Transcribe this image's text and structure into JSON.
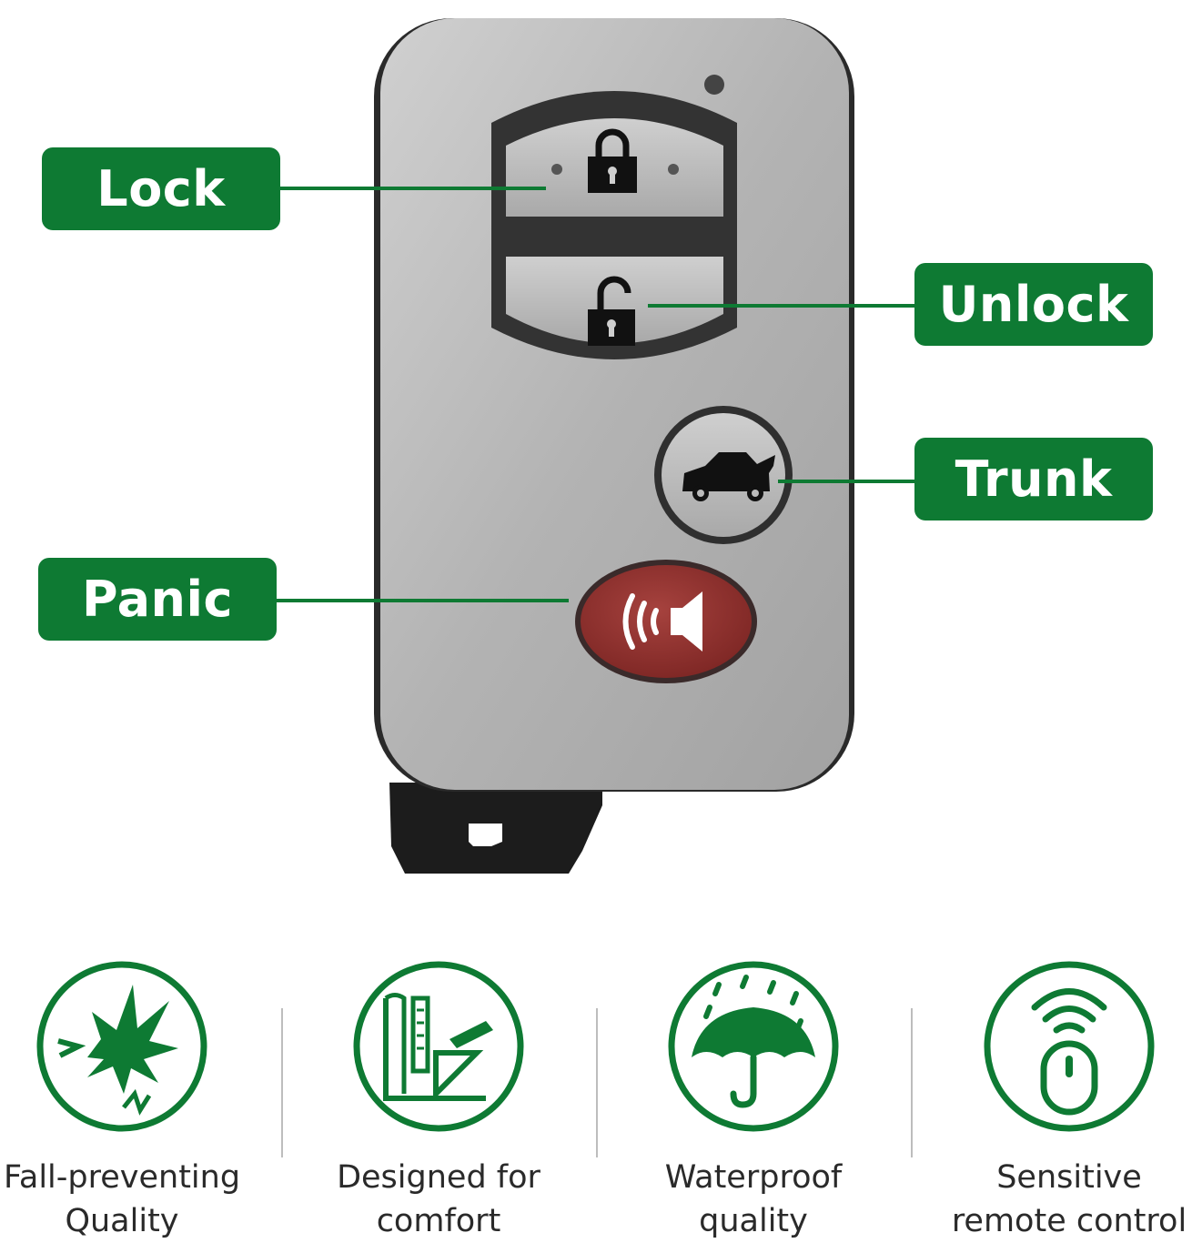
{
  "labels": {
    "lock": "Lock",
    "unlock": "Unlock",
    "trunk": "Trunk",
    "panic": "Panic"
  },
  "icons": {
    "lock": "lock-icon",
    "unlock": "unlock-icon",
    "trunk": "car-trunk-icon",
    "panic": "alarm-speaker-icon"
  },
  "features": [
    {
      "line1": "Fall-preventing",
      "line2": "Quality",
      "icon": "impact-burst-icon"
    },
    {
      "line1": "Designed for",
      "line2": "comfort",
      "icon": "blueprint-ruler-icon"
    },
    {
      "line1": "Waterproof",
      "line2": "quality",
      "icon": "umbrella-rain-icon"
    },
    {
      "line1": "Sensitive",
      "line2": "remote control",
      "icon": "remote-signal-icon"
    }
  ],
  "colors": {
    "brand_green": "#0e7a33",
    "fob_silver": "#b9b9b9",
    "panic_red": "#8e2b28"
  }
}
